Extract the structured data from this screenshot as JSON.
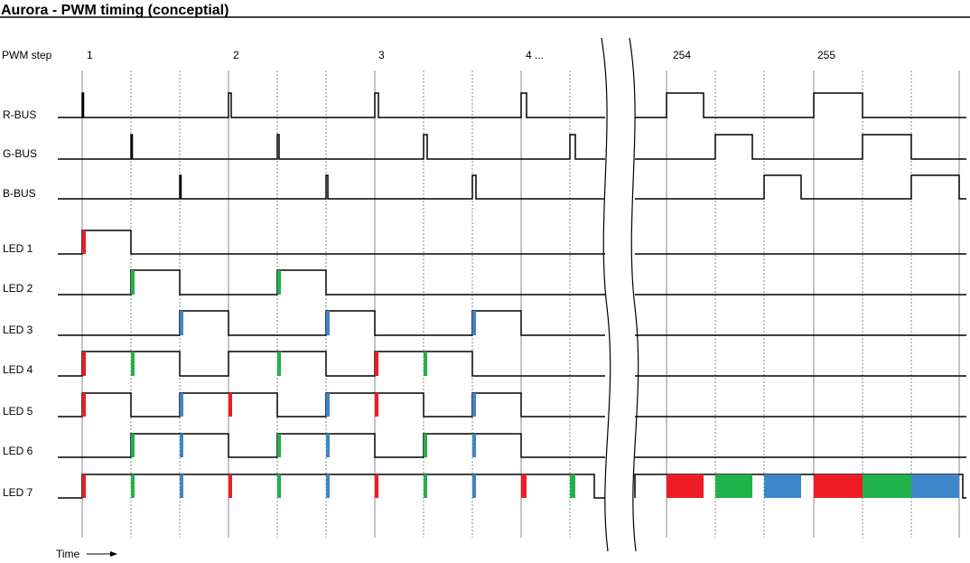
{
  "title": "Aurora - PWM timing (conceptial)",
  "pwm_step_label": "PWM step",
  "time_label": "Time",
  "steps": [
    "1",
    "2",
    "3",
    "4 ...",
    "254",
    "255"
  ],
  "rows": [
    {
      "id": "r-bus",
      "label": "R-BUS"
    },
    {
      "id": "g-bus",
      "label": "G-BUS"
    },
    {
      "id": "b-bus",
      "label": "B-BUS"
    },
    {
      "id": "led-1",
      "label": "LED 1"
    },
    {
      "id": "led-2",
      "label": "LED 2"
    },
    {
      "id": "led-3",
      "label": "LED 3"
    },
    {
      "id": "led-4",
      "label": "LED 4"
    },
    {
      "id": "led-5",
      "label": "LED 5"
    },
    {
      "id": "led-6",
      "label": "LED 6"
    },
    {
      "id": "led-7",
      "label": "LED 7"
    }
  ],
  "colors": {
    "red": "#ee1c25",
    "green": "#21b24b",
    "blue": "#3d86c9",
    "line": "#000000",
    "grid": "#888888"
  }
}
